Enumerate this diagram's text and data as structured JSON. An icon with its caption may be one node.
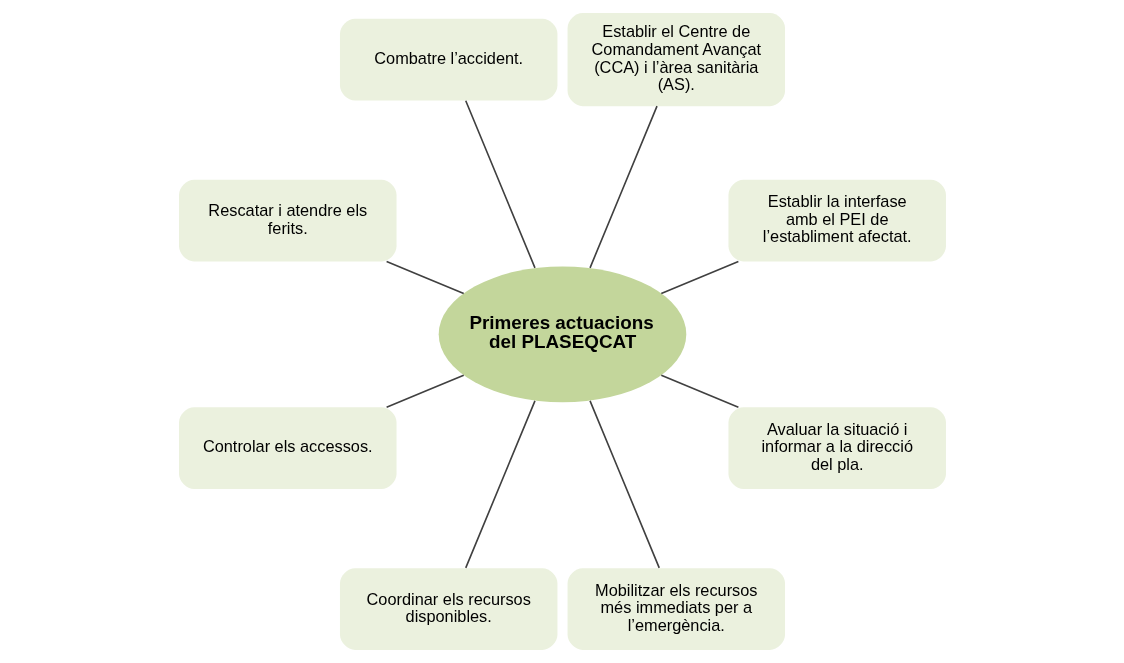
{
  "diagram": {
    "nodes": [
      {
        "text": [
          "Primeres actuacions del PLASEQCAT"
        ]
      },
      {
        "text": [
          "Establir la interfase amb el PEI de l’establiment afectat."
        ]
      },
      {
        "text": [
          "Establir el Centre de Comandament Avançat (CCA) i l’àrea sanitària (AS)."
        ]
      },
      {
        "text": [
          "Combatre l’accident."
        ]
      },
      {
        "text": [
          "Rescatar i atendre els ferits."
        ]
      },
      {
        "text": [
          "Controlar els accessos."
        ]
      },
      {
        "text": [
          "Coordinar els recursos disponibles."
        ]
      },
      {
        "text": [
          "Mobilitzar els recursos més immediats per a l’emergència."
        ]
      },
      {
        "text": [
          "Avaluar la situació i informar a la direcció del pla."
        ]
      }
    ],
    "edges": [
      {
        "from": 0,
        "to": 1,
        "arrow": "none"
      },
      {
        "from": 0,
        "to": 2,
        "arrow": "none"
      },
      {
        "from": 0,
        "to": 3,
        "arrow": "none"
      },
      {
        "from": 0,
        "to": 4,
        "arrow": "none"
      },
      {
        "from": 0,
        "to": 5,
        "arrow": "none"
      },
      {
        "from": 0,
        "to": 6,
        "arrow": "none"
      },
      {
        "from": 0,
        "to": 7,
        "arrow": "none"
      },
      {
        "from": 0,
        "to": 8,
        "arrow": "none"
      }
    ]
  }
}
